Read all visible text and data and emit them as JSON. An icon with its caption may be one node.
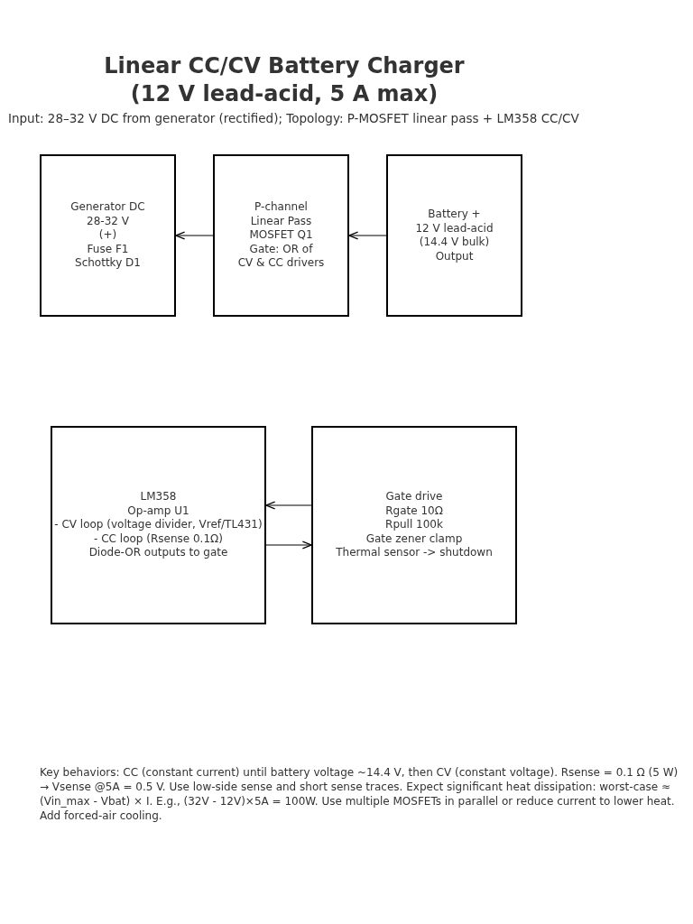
{
  "diagram": {
    "title": "Linear CC/CV Battery Charger (12 V lead-acid, 5 A max)",
    "nodes": [
      {
        "text": [
          "Generator DC",
          "28-32 V",
          "(+)",
          "Fuse F1",
          "Schottky D1"
        ]
      },
      {
        "text": [
          "P-channel",
          "Linear Pass",
          "MOSFET Q1",
          "Gate: OR of",
          "CV & CC drivers"
        ]
      },
      {
        "text": [
          "Battery +",
          "12 V lead-acid",
          "(14.4 V bulk)",
          "Output"
        ]
      },
      {
        "text": [
          "LM358",
          "Op-amp U1",
          "- CV loop (voltage divider, Vref/TL431)",
          "- CC loop (Rsense 0.1Ω)",
          "Diode-OR outputs to gate"
        ]
      },
      {
        "text": [
          "Gate drive",
          "Rgate 10Ω",
          "Rpull 100k",
          "Gate zener clamp",
          "Thermal sensor -> shutdown"
        ]
      }
    ],
    "edges": [
      {
        "from": 1,
        "to": 0,
        "arrow": "to"
      },
      {
        "from": 2,
        "to": 1,
        "arrow": "to"
      },
      {
        "from": 4,
        "to": 3,
        "arrow": "to"
      },
      {
        "from": 3,
        "to": 4,
        "arrow": "to"
      }
    ],
    "labels": [
      "Input: 28–32 V DC from generator (rectified); Topology: P-MOSFET linear pass + LM358 CC/CV",
      "Key behaviors: CC (constant current) until battery voltage ~14.4 V, then CV (constant voltage). Rsense = 0.1 Ω (5 W) → Vsense @5A = 0.5 V. Use low-side sense and short sense traces. Expect significant heat dissipation: worst-case ≈ (Vin_max - Vbat) × I. E.g., (32V - 12V)×5A = 100W. Use multiple MOSFETs in parallel or reduce current to lower heat. Add forced-air cooling."
    ]
  }
}
